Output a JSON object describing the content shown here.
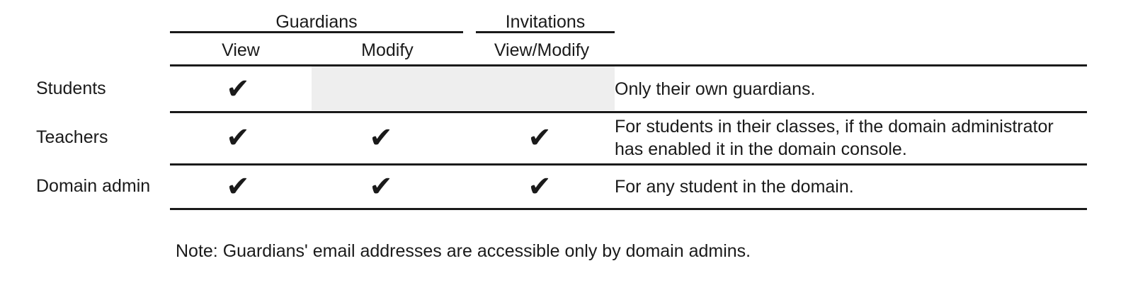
{
  "table": {
    "column_groups": [
      {
        "label": "Guardians",
        "span": 2
      },
      {
        "label": "Invitations",
        "span": 1
      }
    ],
    "columns": [
      {
        "key": "stub",
        "label": ""
      },
      {
        "key": "guardians_view",
        "label": "View"
      },
      {
        "key": "guardians_modify",
        "label": "Modify"
      },
      {
        "key": "invitations_view_modify",
        "label": "View/Modify"
      },
      {
        "key": "notes",
        "label": ""
      }
    ],
    "check_glyph": "✔",
    "rows": [
      {
        "label": "Students",
        "guardians_view": "✔",
        "guardians_modify": "",
        "invitations_view_modify": "",
        "notes": "Only their own guardians."
      },
      {
        "label": "Teachers",
        "guardians_view": "✔",
        "guardians_modify": "✔",
        "invitations_view_modify": "✔",
        "notes": "For students in their classes, if the domain administrator has enabled it in the domain console."
      },
      {
        "label": "Domain admin",
        "guardians_view": "✔",
        "guardians_modify": "✔",
        "invitations_view_modify": "✔",
        "notes": "For any student in the domain."
      }
    ]
  },
  "footnote": {
    "text": "Note: Guardians' email addresses are accessible only by domain admins."
  },
  "colors": {
    "text": "#1a1a1a",
    "rule": "#1a1a1a",
    "shaded_cell": "#eeeeee",
    "background": "#ffffff"
  }
}
